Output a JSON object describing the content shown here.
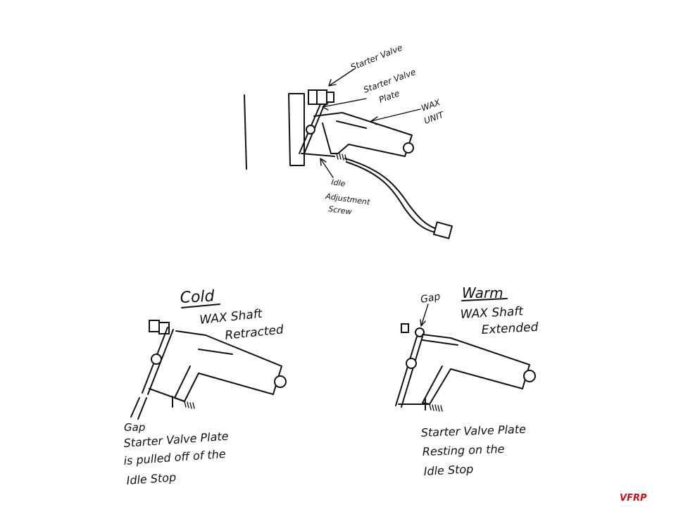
{
  "top_diagram": {
    "labels": {
      "starter_valve": "Starter Valve",
      "starter_valve_plate_1": "Starter Valve",
      "starter_valve_plate_2": "Plate",
      "wax_unit_1": "WAX",
      "wax_unit_2": "UNIT",
      "idle_screw_1": "Idle",
      "idle_screw_2": "Adjustment",
      "idle_screw_3": "Screw"
    }
  },
  "cold_diagram": {
    "title": "Cold",
    "subtitle_1": "WAX Shaft",
    "subtitle_2": "Retracted",
    "caption_1": "Gap",
    "caption_2": "Starter Valve Plate",
    "caption_3": "is pulled off of the",
    "caption_4": "Idle Stop"
  },
  "warm_diagram": {
    "gap_label": "Gap",
    "title": "Warm",
    "subtitle_1": "WAX Shaft",
    "subtitle_2": "Extended",
    "caption_1": "Starter Valve Plate",
    "caption_2": "Resting on the",
    "caption_3": "Idle Stop"
  },
  "logo": {
    "text": "VFRP",
    "color": "#cc1111"
  }
}
